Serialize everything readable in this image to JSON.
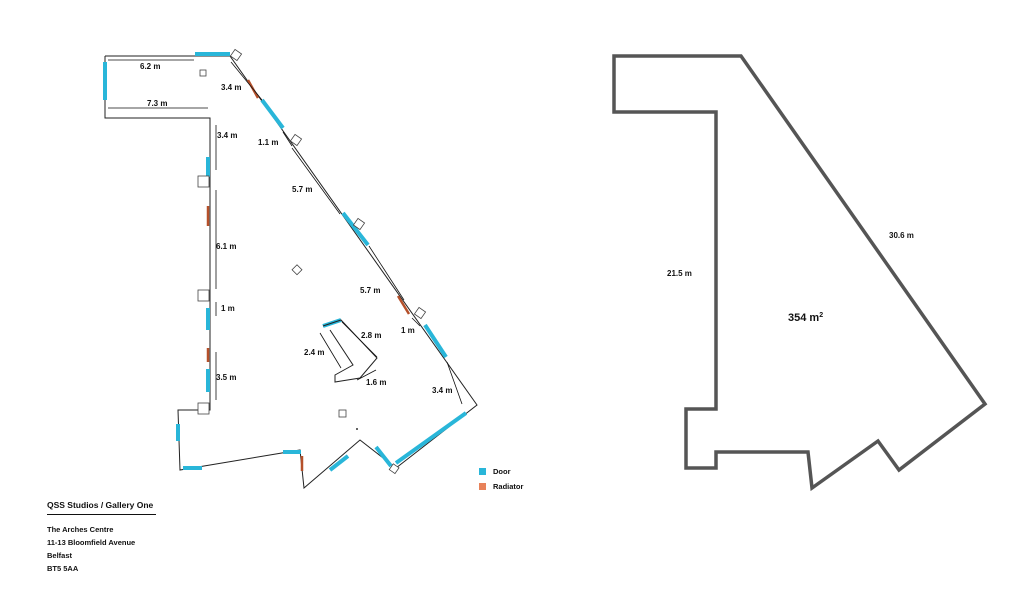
{
  "gallery": {
    "name": "QSS Studios / Gallery One",
    "address": [
      "The Arches Centre",
      "11-13 Bloomfield Avenue",
      "Belfast",
      "BT5 5AA"
    ]
  },
  "legend": [
    {
      "label": "Door",
      "color": "#29b6d9"
    },
    {
      "label": "Radiator",
      "color": "#e8825a"
    }
  ],
  "colors": {
    "door": "#29b6d9",
    "radiator": "#c65a2e",
    "wall": "#222222",
    "outline": "#555555"
  },
  "plan_dimensions": [
    "6.2 m",
    "7.3 m",
    "3.4 m",
    "3.4 m",
    "1.1 m",
    "5.7 m",
    "6.1 m",
    "5.7 m",
    "1 m",
    "1 m",
    "2.8 m",
    "2.4 m",
    "1.6 m",
    "3.5 m",
    "3.4 m"
  ],
  "outline": {
    "area": "354 m",
    "area_sup": "2",
    "left_length": "21.5 m",
    "diagonal_length": "30.6 m"
  }
}
